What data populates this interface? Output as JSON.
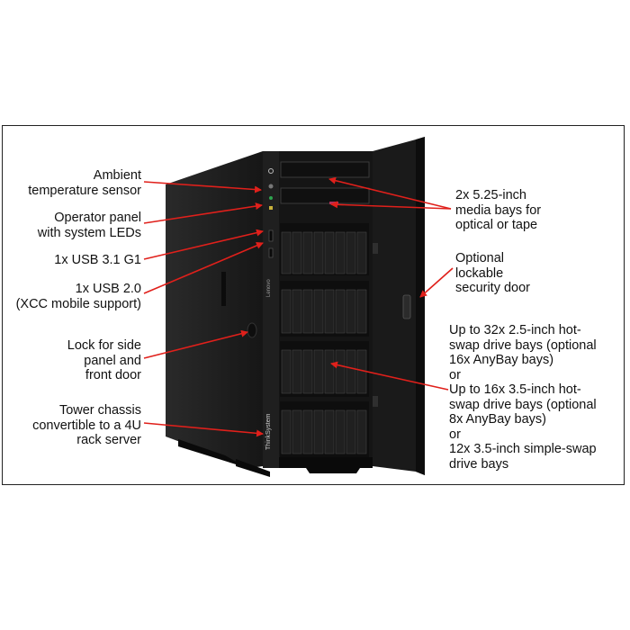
{
  "labels": {
    "ambient": "Ambient\ntemperature sensor",
    "operator": "Operator panel\nwith system LEDs",
    "usb31": "1x USB 3.1 G1",
    "usb20": "1x USB 2.0\n(XCC mobile support)",
    "lock": "Lock for side\npanel and\nfront door",
    "tower": "Tower chassis\nconvertible to a 4U\nrack server",
    "media": "2x 5.25-inch\nmedia bays for\noptical or tape",
    "door": "Optional\nlockable\nsecurity door",
    "drives": "Up to 32x 2.5-inch hot-\nswap drive bays (optional\n16x AnyBay bays)\nor\nUp to 16x 3.5-inch hot-\nswap drive bays (optional\n8x AnyBay bays)\nor\n12x 3.5-inch simple-swap\ndrive bays"
  },
  "branding": {
    "front": "ThinkSystem",
    "side": "Lenovo"
  },
  "colors": {
    "arrow": "#e0201b",
    "chassis": "#1c1c1c",
    "frame": "#222222"
  }
}
